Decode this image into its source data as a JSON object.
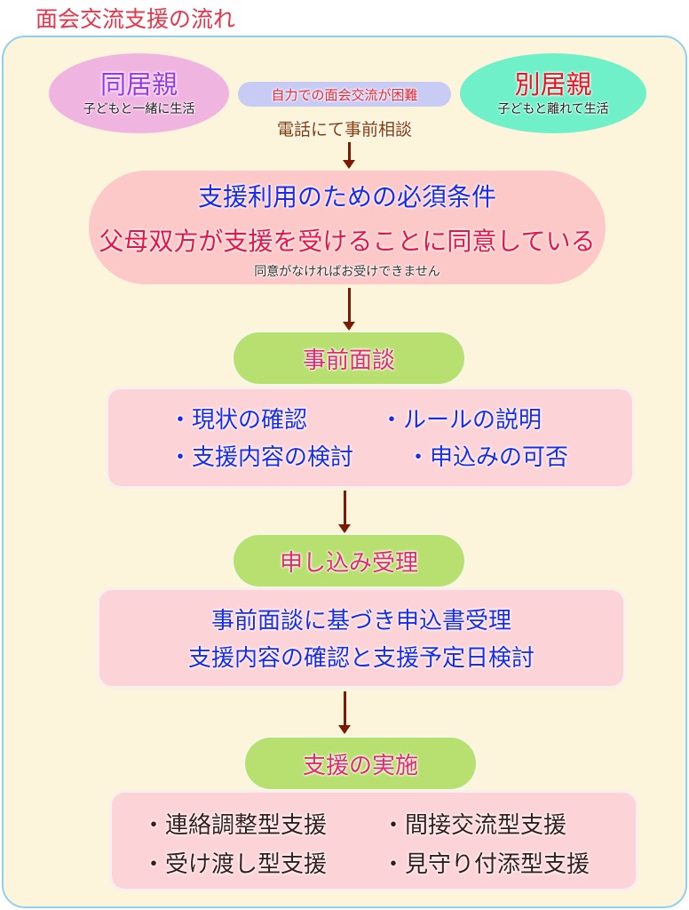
{
  "title": "面会交流支援の流れ",
  "cohabiting": {
    "title": "同居親",
    "sub": "子どもと一緒に生活"
  },
  "separate": {
    "title": "別居親",
    "sub": "子どもと離れて生活"
  },
  "difficulty": "自力での面会交流が困難",
  "phone": "電話にて事前相談",
  "requirement": {
    "heading": "支援利用のための必須条件",
    "condition": "父母双方が支援を受けることに同意している",
    "note": "同意がなければお受けできません"
  },
  "steps": [
    {
      "label": "事前面談",
      "items": [
        "・現状の確認",
        "・ルールの説明",
        "・支援内容の検討",
        "・申込みの可否"
      ]
    },
    {
      "label": "申し込み受理",
      "lines": [
        "事前面談に基づき申込書受理",
        "支援内容の確認と支援予定日検討"
      ]
    },
    {
      "label": "支援の実施",
      "items": [
        "・連絡調整型支援",
        "・間接交流型支援",
        "・受け渡し型支援",
        "・見守り付添型支援"
      ]
    }
  ]
}
